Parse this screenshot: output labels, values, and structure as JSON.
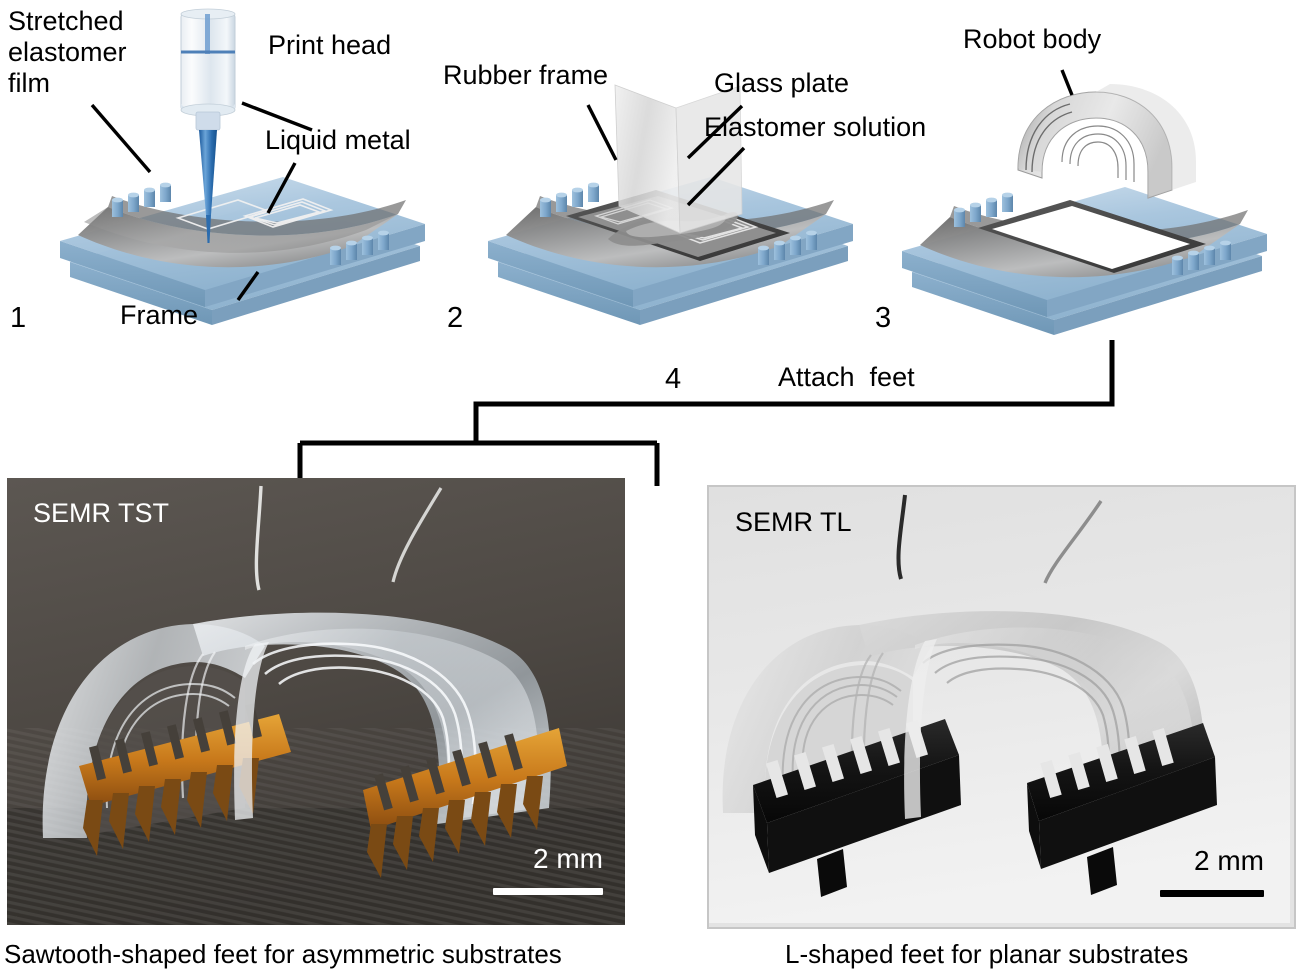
{
  "figure": {
    "type": "fabrication-process-schematic",
    "steps": [
      {
        "number": "1",
        "labels": [
          {
            "name": "stretched-elastomer-film",
            "text": "Stretched\nelastomer\nfilm"
          },
          {
            "name": "print-head",
            "text": "Print head"
          },
          {
            "name": "liquid-metal",
            "text": "Liquid metal"
          },
          {
            "name": "frame",
            "text": "Frame"
          }
        ]
      },
      {
        "number": "2",
        "labels": [
          {
            "name": "rubber-frame",
            "text": "Rubber frame"
          },
          {
            "name": "glass-plate",
            "text": "Glass plate"
          },
          {
            "name": "elastomer-solution",
            "text": "Elastomer solution"
          }
        ]
      },
      {
        "number": "3",
        "labels": [
          {
            "name": "robot-body",
            "text": "Robot body"
          }
        ]
      },
      {
        "number": "4",
        "labels": [
          {
            "name": "attach-feet",
            "text": "Attach  feet"
          }
        ]
      }
    ],
    "photos": [
      {
        "name": "semr-tst-photo",
        "overlay_label": "SEMR TST",
        "overlay_label_color": "#ffffff",
        "scalebar_text": "2 mm",
        "scalebar_color": "#ffffff",
        "caption": "Sawtooth-shaped feet for asymmetric substrates",
        "background_hex": "#4a4642",
        "feet_hex": "#c8791b"
      },
      {
        "name": "semr-tl-photo",
        "overlay_label": "SEMR TL",
        "overlay_label_color": "#000000",
        "scalebar_text": "2 mm",
        "scalebar_color": "#000000",
        "caption": "L-shaped feet for planar substrates",
        "background_hex": "#e3e3e3",
        "feet_hex": "#171717"
      }
    ],
    "colors": {
      "frame_blue": "#a9c6de",
      "frame_blue_dark": "#7c9fba",
      "clamp_blue": "#7fa8cc",
      "elastomer_gray": "#8d8d8d",
      "ink_blue": "#2f6fb5",
      "line_black": "#000000"
    }
  }
}
